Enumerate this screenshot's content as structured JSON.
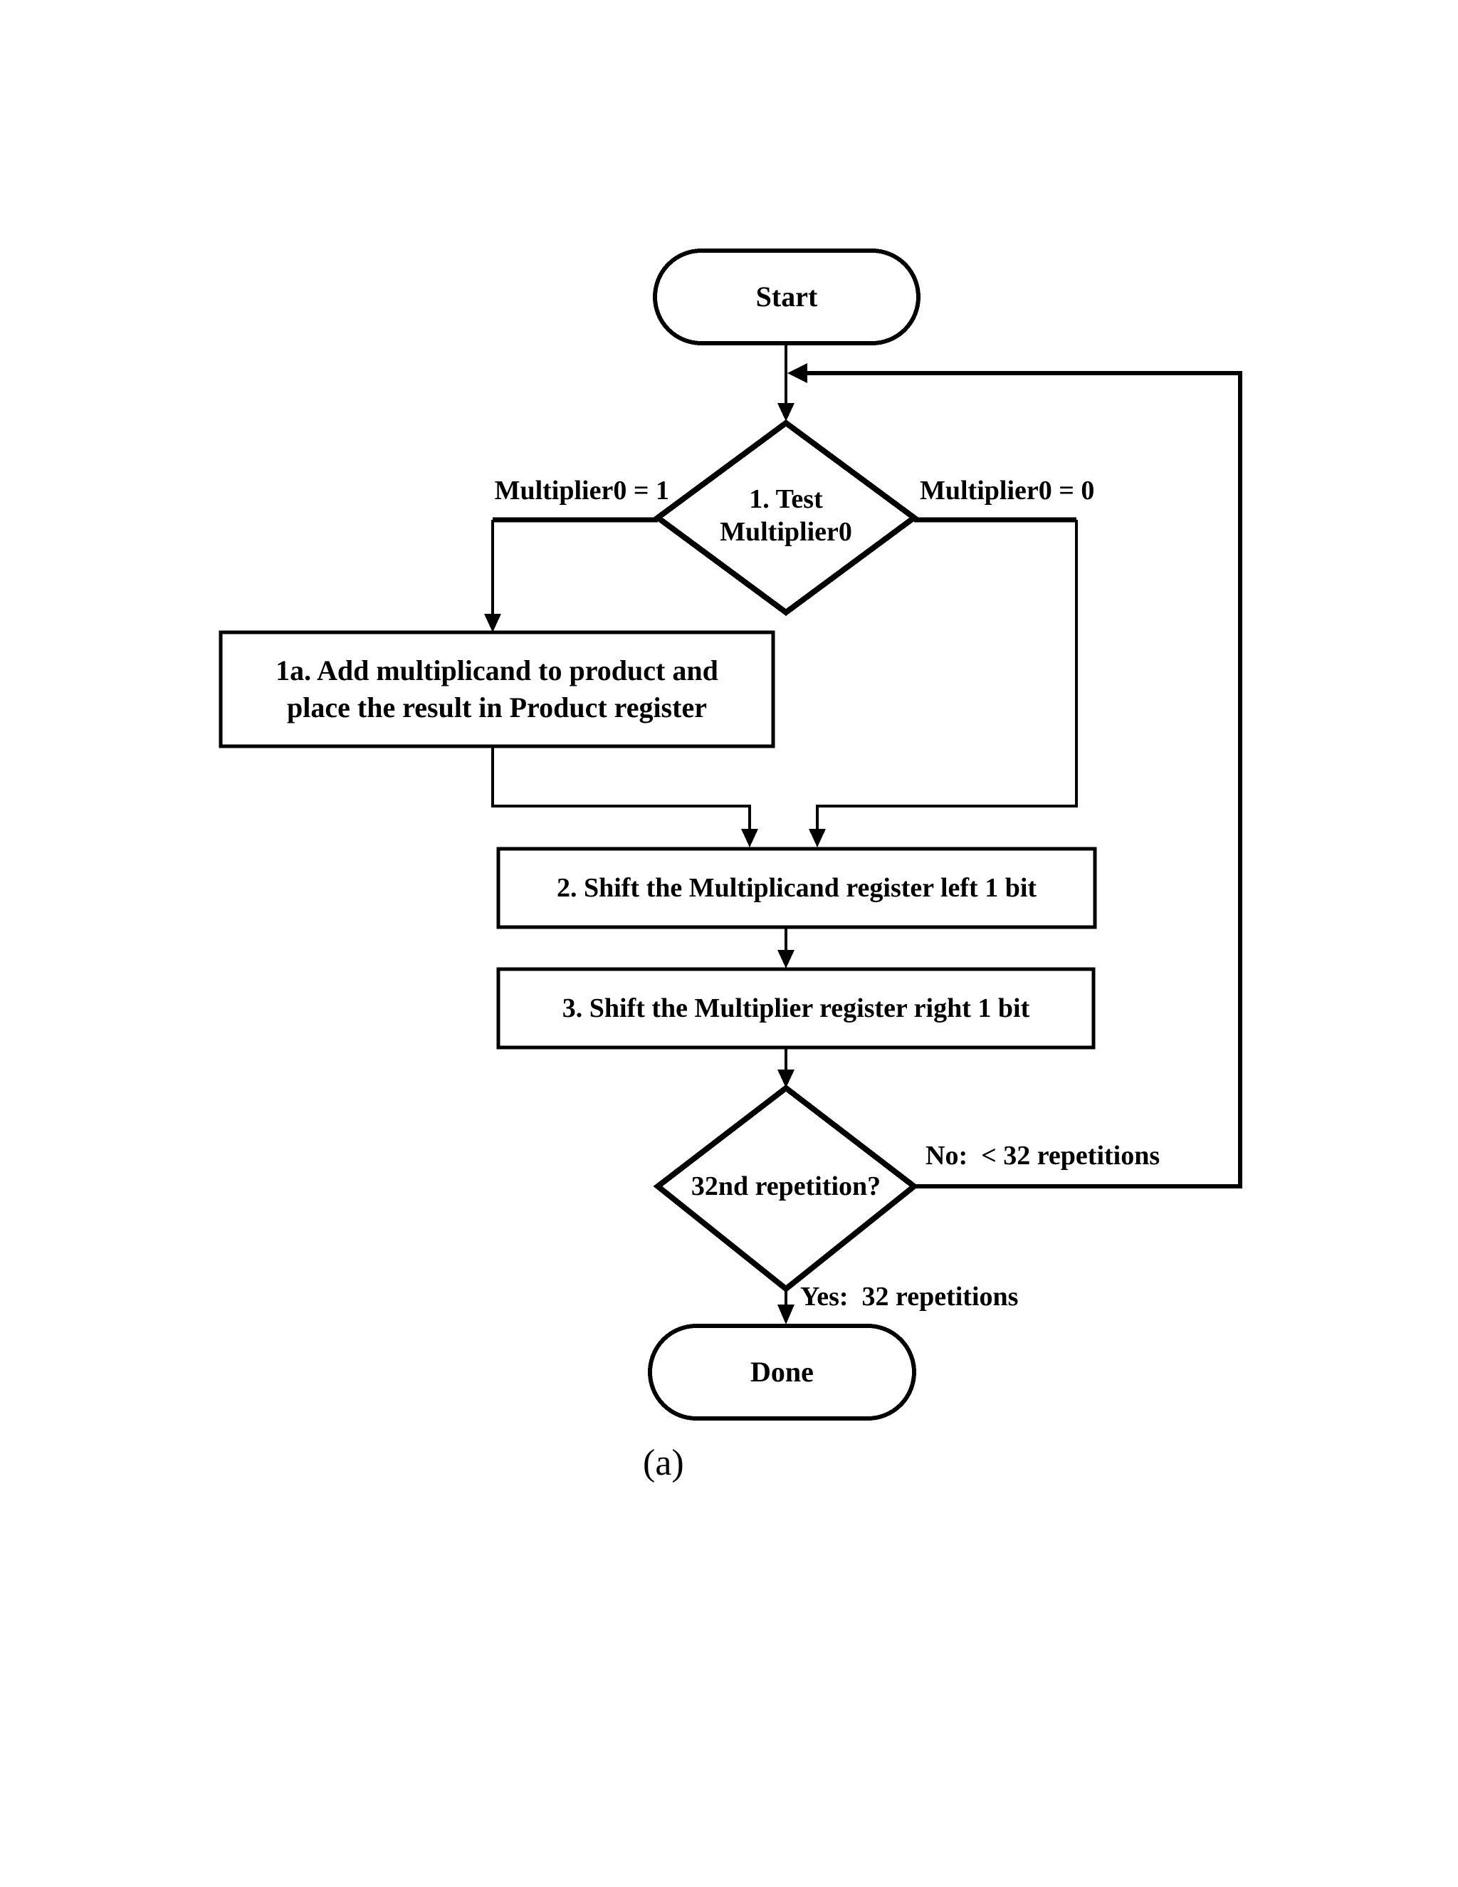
{
  "page": {
    "background": "#ffffff",
    "ink": "#000000"
  },
  "flowchart": {
    "start": "Start",
    "decision_test": {
      "line1": "1. Test",
      "line2": "Multiplier0"
    },
    "branch_left_label": "Multiplier0 = 1",
    "branch_right_label": "Multiplier0 = 0",
    "step_1a": {
      "line1": "1a. Add multiplicand to product and",
      "line2": "place the result in Product register"
    },
    "step_2": "2. Shift the Multiplicand register left 1 bit",
    "step_3": "3. Shift the Multiplier register right 1 bit",
    "decision_repetition": "32nd repetition?",
    "no_label": "No:  < 32 repetitions",
    "yes_label": "Yes:  32 repetitions",
    "done": "Done",
    "caption": "(a)"
  }
}
